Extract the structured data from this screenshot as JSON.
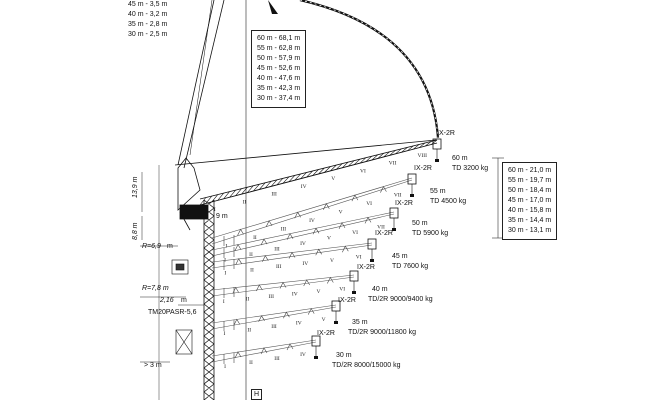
{
  "tables": {
    "top_left": [
      "45 m - 3,5 m",
      "40 m - 3,2 m",
      "35 m - 2,8 m",
      "30 m - 2,5 m"
    ],
    "top_center": [
      "60 m - 68,1 m",
      "55 m - 62,8 m",
      "50 m - 57,9 m",
      "45 m - 52,6 m",
      "40 m - 47,6 m",
      "35 m - 42,3 m",
      "30 m - 37,4 m"
    ],
    "right": [
      "60 m - 21,0 m",
      "55 m - 19,7 m",
      "50 m - 18,4 m",
      "45 m - 17,0 m",
      "40 m - 15,8 m",
      "35 m - 14,4 m",
      "30 m - 13,1 m"
    ]
  },
  "jibs": [
    {
      "length": "60 m",
      "load": "TD 3200 kg",
      "top": "IX-2R"
    },
    {
      "length": "55 m",
      "load": "TD 4500 kg",
      "top": "IX-2R"
    },
    {
      "length": "50 m",
      "load": "TD 5900 kg",
      "top": "IX-2R"
    },
    {
      "length": "45 m",
      "load": "TD 7600 kg",
      "top": "IX-2R"
    },
    {
      "length": "40 m",
      "load": "TD/2R  9000/9400 kg",
      "top": "IX-2R"
    },
    {
      "length": "35 m",
      "load": "TD/2R  9000/11800 kg",
      "top": "IX-2R"
    },
    {
      "length": "30 m",
      "load": "TD/2R 8000/15000 kg",
      "top": "IX-2R"
    }
  ],
  "dimensions": {
    "height_top": "13,9 m",
    "height_mid": "8,8 m",
    "nine_m": "9 m",
    "radius_a": "R=6,9",
    "radius_a_unit": "m",
    "radius_b": "R=7,8 m",
    "offset": "2,16",
    "offset_unit": "m",
    "tower": "TM20PASR-5,6",
    "min_distance": "> 3 m",
    "axis_marker": "H"
  }
}
